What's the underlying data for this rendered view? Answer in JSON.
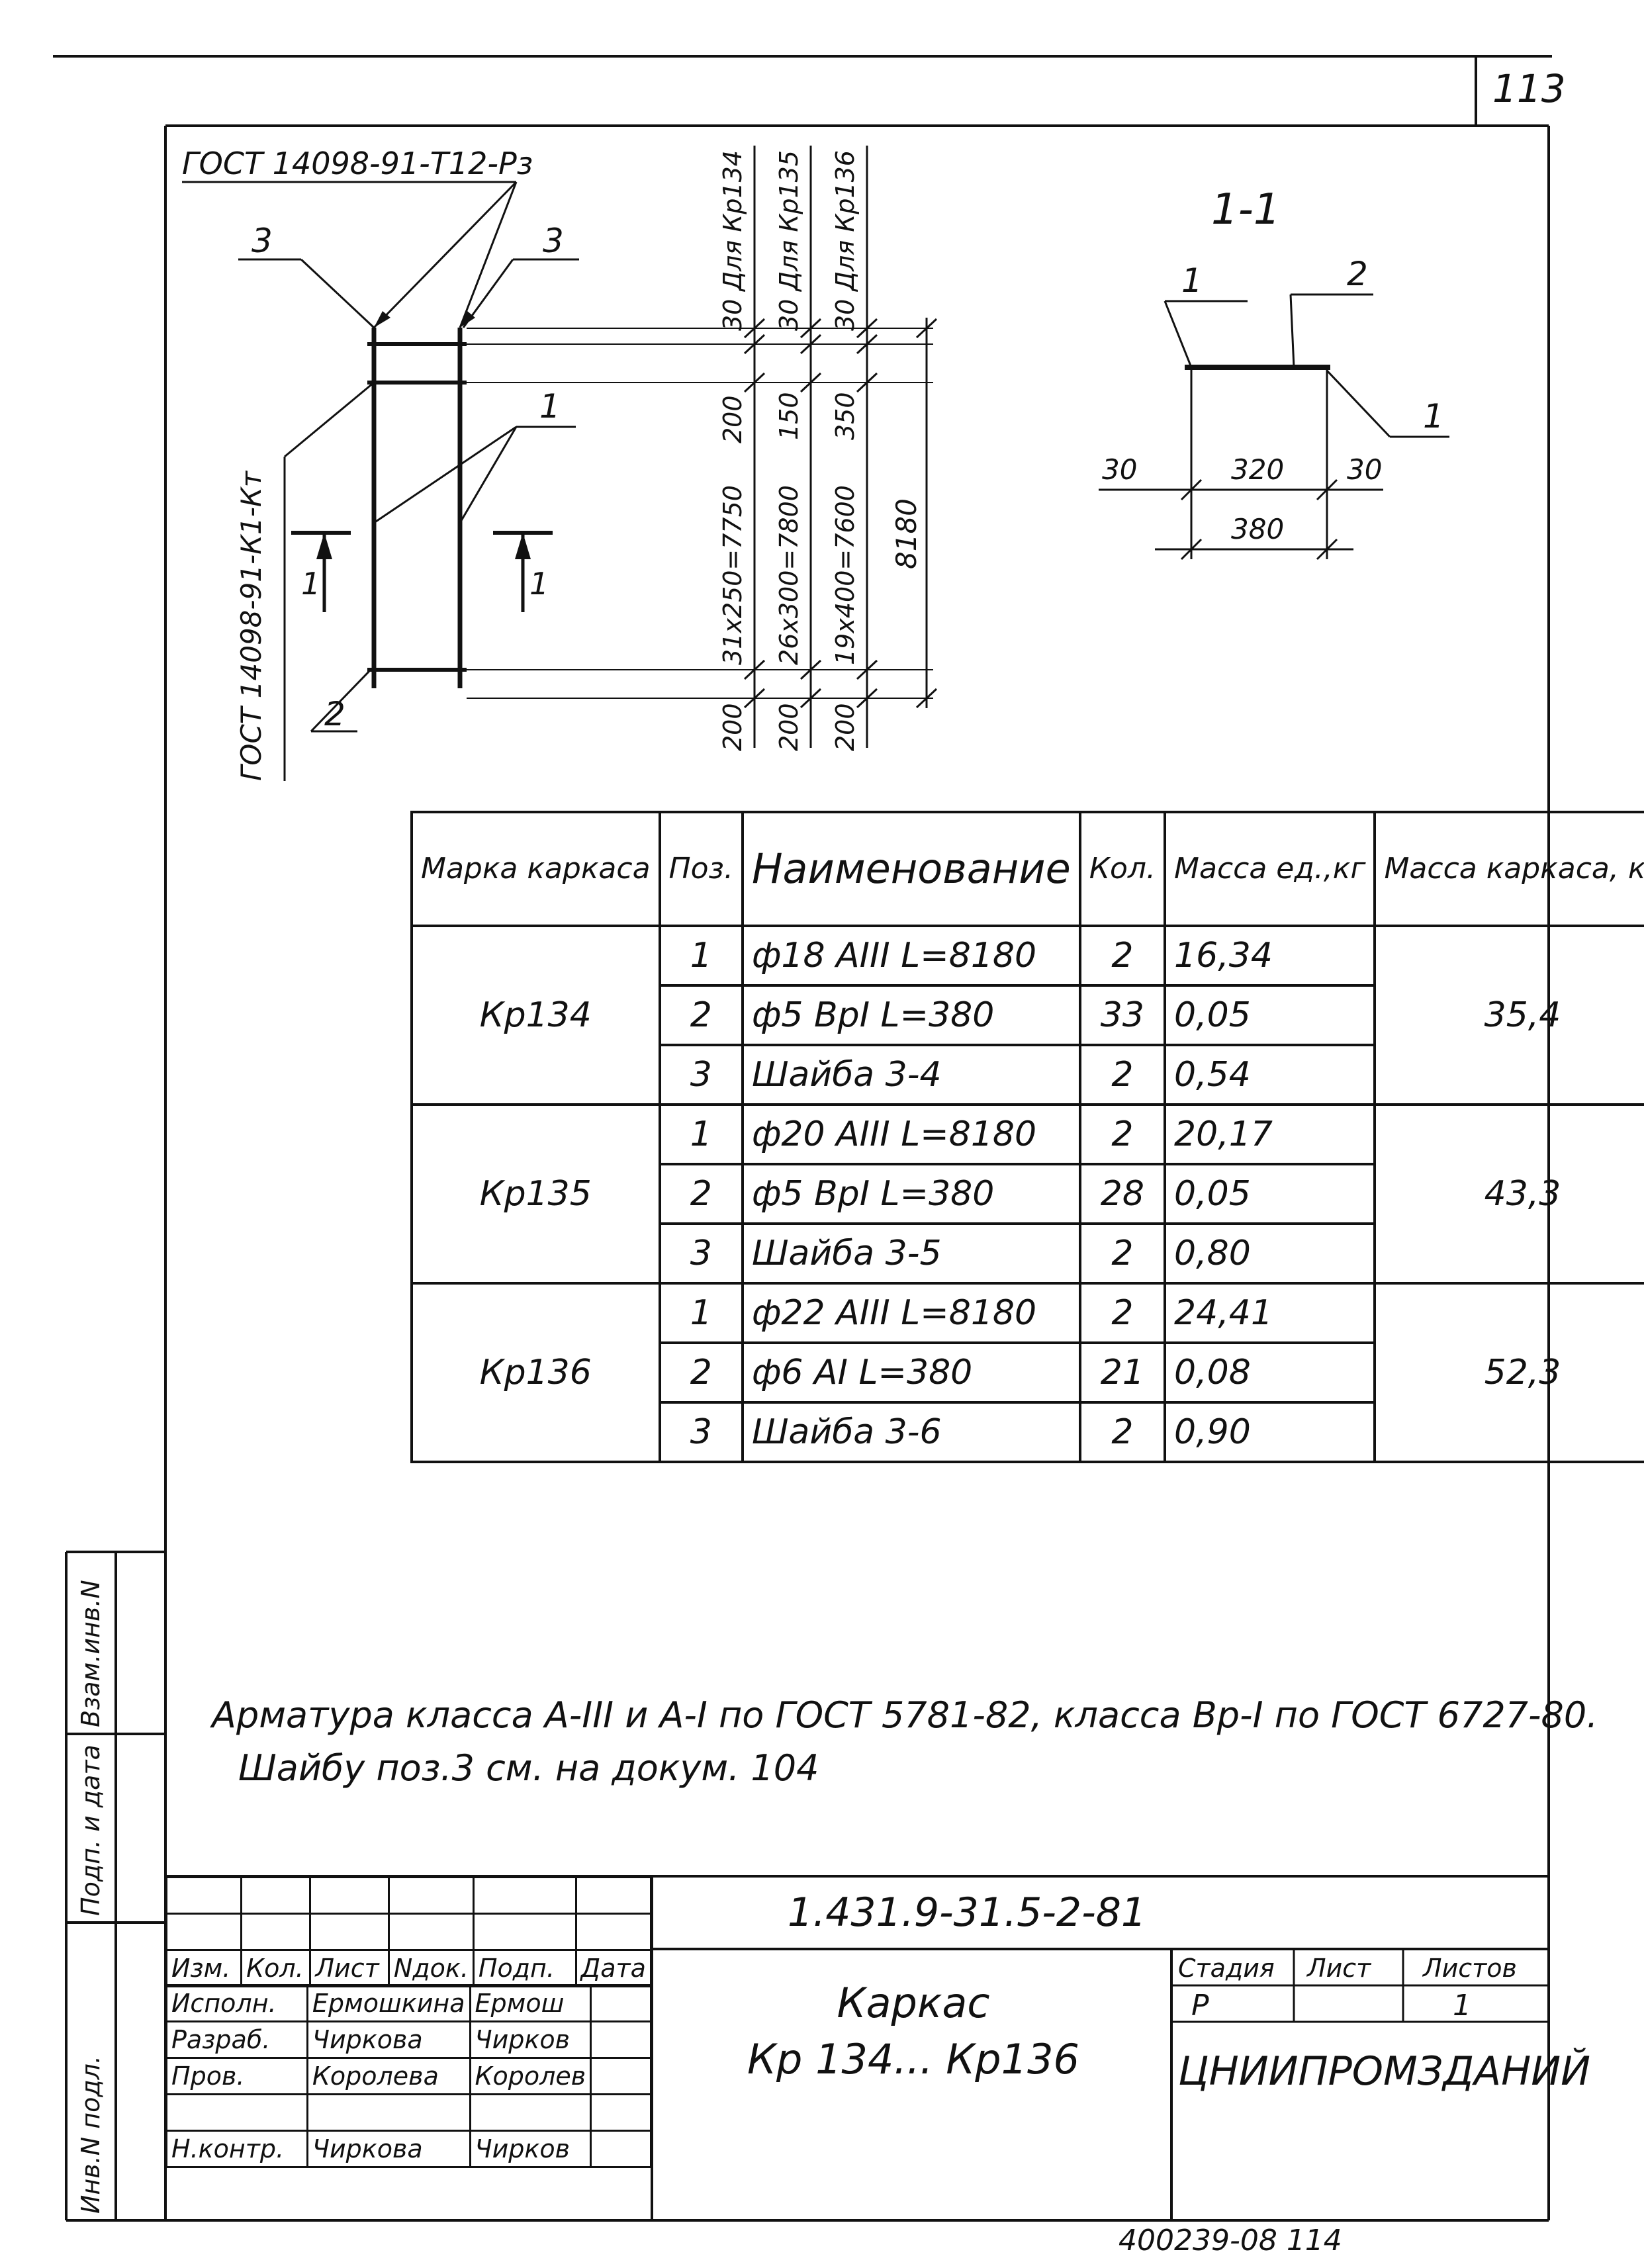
{
  "sheet_number": "113",
  "drawing": {
    "gost_top": "ГОСТ 14098-91-Т12-Рз",
    "gost_side": "ГОСТ 14098-91-К1-Кт",
    "leader_3_left": "3",
    "leader_3_right": "3",
    "leader_1": "1",
    "leader_2": "2",
    "section_mark_left": "1",
    "section_mark_right": "1",
    "dim_col1": [
      "30 Для Кр134",
      "31х250=7750",
      "200",
      "200"
    ],
    "dim_col2": [
      "30 Для Кр135",
      "26х300=7800",
      "150",
      "200"
    ],
    "dim_col3": [
      "30 Для Кр136",
      "19х400=7600",
      "350",
      "200"
    ],
    "dim_total": "8180"
  },
  "section": {
    "title": "1-1",
    "leader_1_left": "1",
    "leader_2": "2",
    "leader_1_right": "1",
    "dim_left": "30",
    "dim_mid": "320",
    "dim_right": "30",
    "dim_total": "380"
  },
  "table": {
    "headers": {
      "mark": "Марка каркаса",
      "pos": "Поз.",
      "name": "Наименование",
      "qty": "Кол.",
      "mass_unit": "Масса ед.,кг",
      "mass_frame": "Масса каркаса, кг"
    },
    "groups": [
      {
        "mark": "Кр134",
        "total": "35,4",
        "rows": [
          {
            "pos": "1",
            "name": "ф18 АIII  L=8180",
            "qty": "2",
            "mass": "16,34"
          },
          {
            "pos": "2",
            "name": "ф5  ВрI  L=380",
            "qty": "33",
            "mass": "0,05"
          },
          {
            "pos": "3",
            "name": "Шайба 3-4",
            "qty": "2",
            "mass": "0,54"
          }
        ]
      },
      {
        "mark": "Кр135",
        "total": "43,3",
        "rows": [
          {
            "pos": "1",
            "name": "ф20 АIII  L=8180",
            "qty": "2",
            "mass": "20,17"
          },
          {
            "pos": "2",
            "name": "ф5  ВрI  L=380",
            "qty": "28",
            "mass": "0,05"
          },
          {
            "pos": "3",
            "name": "Шайба  3-5",
            "qty": "2",
            "mass": "0,80"
          }
        ]
      },
      {
        "mark": "Кр136",
        "total": "52,3",
        "rows": [
          {
            "pos": "1",
            "name": "ф22 АIII  L=8180",
            "qty": "2",
            "mass": "24,41"
          },
          {
            "pos": "2",
            "name": "ф6 АI  L=380",
            "qty": "21",
            "mass": "0,08"
          },
          {
            "pos": "3",
            "name": "Шайба 3-6",
            "qty": "2",
            "mass": "0,90"
          }
        ]
      }
    ]
  },
  "notes": {
    "line1": "Арматура класса А-III и А-I по ГОСТ 5781-82, класса Вр-I по ГОСТ 6727-80.",
    "line2": "Шайбу поз.3 см. на докум. 104"
  },
  "side_stamp": [
    "Инв.N подл.",
    "Подп. и дата",
    "Взам.инв.N"
  ],
  "title_block": {
    "doc_code": "1.431.9-31.5-2-81",
    "head": [
      "Изм.",
      "Кол.",
      "Лист",
      "Nдок.",
      "Подп.",
      "Дата"
    ],
    "roles": [
      {
        "role": "Исполн.",
        "name": "Ермошкина",
        "sign": "Ермош"
      },
      {
        "role": "Разраб.",
        "name": "Чиркова",
        "sign": "Чирков"
      },
      {
        "role": "Пров.",
        "name": "Королева",
        "sign": "Королев"
      },
      {
        "role": "",
        "name": "",
        "sign": ""
      },
      {
        "role": "Н.контр.",
        "name": "Чиркова",
        "sign": "Чирков"
      }
    ],
    "title_line1": "Каркас",
    "title_line2": "Кр 134... Кр136",
    "stage_label": "Стадия",
    "sheet_label": "Лист",
    "sheets_label": "Листов",
    "stage": "Р",
    "sheet": "",
    "sheets": "1",
    "org": "ЦНИИПРОМЗДАНИЙ"
  },
  "footer_stamp": "400239-08   114"
}
